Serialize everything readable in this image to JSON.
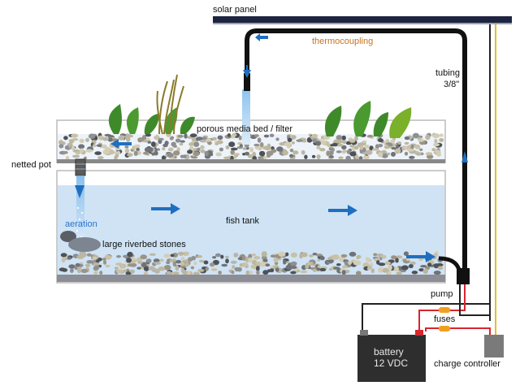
{
  "labels": {
    "solar_panel": "solar panel",
    "thermocoupling": "thermocoupling",
    "tubing": "tubing",
    "tubing_size": "3/8\"",
    "media_bed": "porous media bed / filter",
    "netted_pot": "netted pot",
    "aeration": "aeration",
    "fish_tank": "fish tank",
    "stones": "large riverbed stones",
    "pump": "pump",
    "fuses": "fuses",
    "battery": "battery",
    "battery_voltage": "12 VDC",
    "charge_controller": "charge controller"
  },
  "colors": {
    "water": "#cfe3f5",
    "tube": "#111111",
    "flow_arrow": "#1f6fc0",
    "wire_red": "#d8262e",
    "wire_yellow": "#e8c020",
    "fuse": "#f0a020",
    "battery": "#2e2e2e",
    "controller": "#7a7a7a",
    "thermocoupling_text": "#c8731e",
    "aeration_text": "#2a74c9"
  },
  "icons": {
    "arrows": "flow-arrow-icon",
    "plants": "leaf-icon",
    "stones": "stone-icon"
  }
}
